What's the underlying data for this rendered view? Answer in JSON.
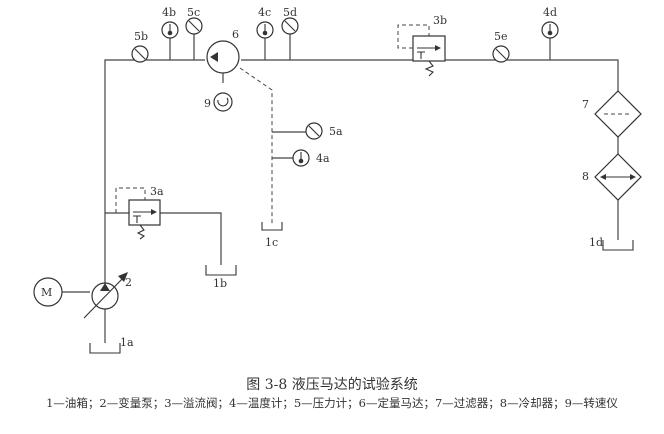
{
  "labels": {
    "l5b": "5b",
    "l4b": "4b",
    "l5c": "5c",
    "l6": "6",
    "l4c": "4c",
    "l5d": "5d",
    "l3b": "3b",
    "l5e": "5e",
    "l4d": "4d",
    "l9": "9",
    "l5a": "5a",
    "l4a": "4a",
    "l7": "7",
    "l8": "8",
    "l3a": "3a",
    "l1c": "1c",
    "l1d": "1d",
    "l1b": "1b",
    "lM": "M",
    "l2": "2",
    "l1a": "1a"
  },
  "caption": {
    "title": "图 3-8   液压马达的试验系统",
    "legend": "1—油箱；2—变量泵；3—溢流阀；4—温度计；5—压力计；6—定量马达；7—过滤器；8—冷却器；9—转速仪"
  }
}
